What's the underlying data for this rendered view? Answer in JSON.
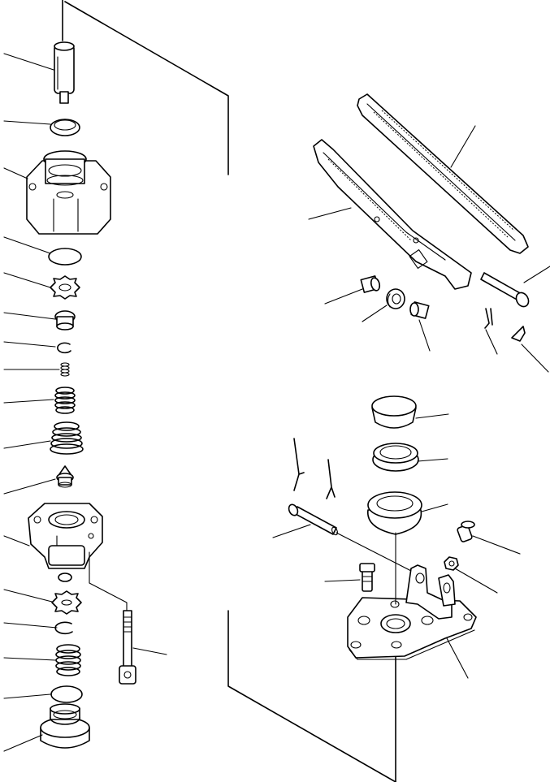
{
  "diagram": {
    "view": "exploded-parts-view",
    "assemblies": [
      "control-valve-assembly",
      "pedal-assembly"
    ],
    "line_color": "#000000",
    "background": "#ffffff"
  }
}
